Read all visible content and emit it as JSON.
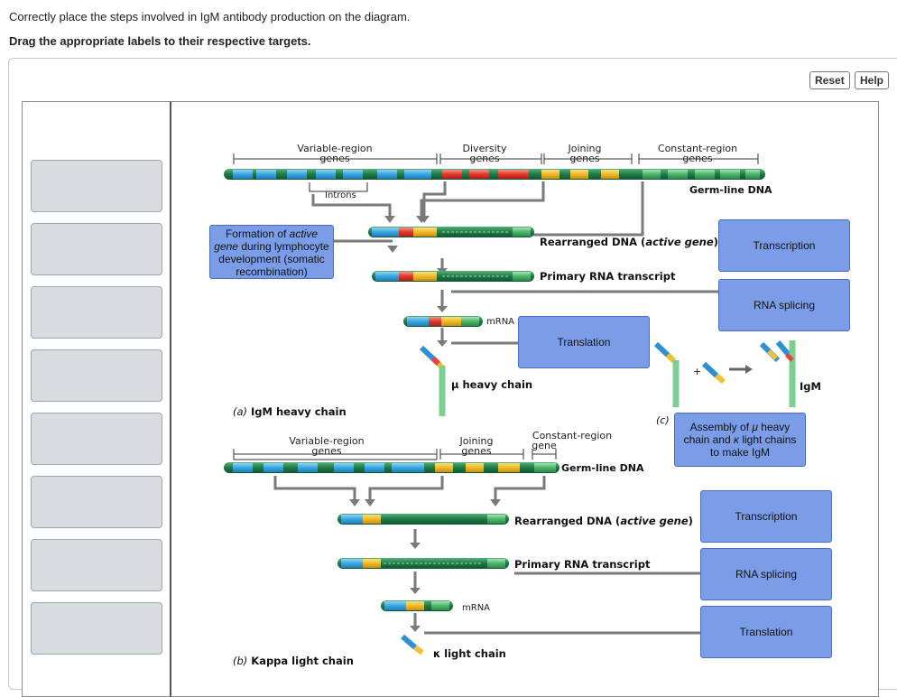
{
  "instructions": {
    "line1": "Correctly place the steps involved in IgM antibody production on the diagram.",
    "line2": "Drag the appropriate labels to their respective targets."
  },
  "toolbar": {
    "reset_label": "Reset",
    "help_label": "Help"
  },
  "label_bank": {
    "slot_count": 8
  },
  "heavy": {
    "var_region": [
      "Variable-region",
      "genes"
    ],
    "diversity": [
      "Diversity",
      "genes"
    ],
    "joining": [
      "Joining",
      "genes"
    ],
    "constant": [
      "Constant-region",
      "genes"
    ],
    "germline": "Germ-line DNA",
    "introns": "Introns",
    "rearranged": "Rearranged DNA (",
    "active_gene": "active gene",
    "rearranged_close": ")",
    "primary": "Primary RNA transcript",
    "mrna": "mRNA",
    "chain": "μ heavy chain",
    "caption_letter": "(a)",
    "caption": "IgM heavy chain"
  },
  "assembly": {
    "letter": "(c)",
    "plus": "+",
    "igm": "IgM"
  },
  "kappa": {
    "var_region": [
      "Variable-region",
      "genes"
    ],
    "joining": [
      "Joining",
      "genes"
    ],
    "constant": [
      "Constant-region",
      "gene"
    ],
    "germline": "Germ-line DNA",
    "rearranged": "Rearranged DNA (",
    "active_gene": "active gene",
    "rearranged_close": ")",
    "primary": "Primary RNA transcript",
    "mrna": "mRNA",
    "chain": "κ light chain",
    "caption_letter": "(b)",
    "caption": "Kappa light chain"
  },
  "targets": {
    "formation_pre": "Formation of ",
    "formation_em": "active gene",
    "formation_post": " during lymphocyte development (somatic recombination)",
    "heavy_transcription": "Transcription",
    "heavy_splicing": "RNA splicing",
    "heavy_translation": "Translation",
    "assembly_pre": "Assembly of ",
    "assembly_mu": "μ",
    "assembly_mid1": " heavy chain and ",
    "assembly_kappa": "κ",
    "assembly_post": " light chains to make IgM",
    "kappa_transcription": "Transcription",
    "kappa_splicing": "RNA splicing",
    "kappa_translation": "Translation"
  },
  "colors": {
    "target_fill": "#7b9de8",
    "slot_fill": "#d9dcdf",
    "v_blue": "#4fb3e6",
    "d_red": "#e8443a",
    "j_yellow": "#f3c233",
    "c_green": "#5cbf7a"
  }
}
